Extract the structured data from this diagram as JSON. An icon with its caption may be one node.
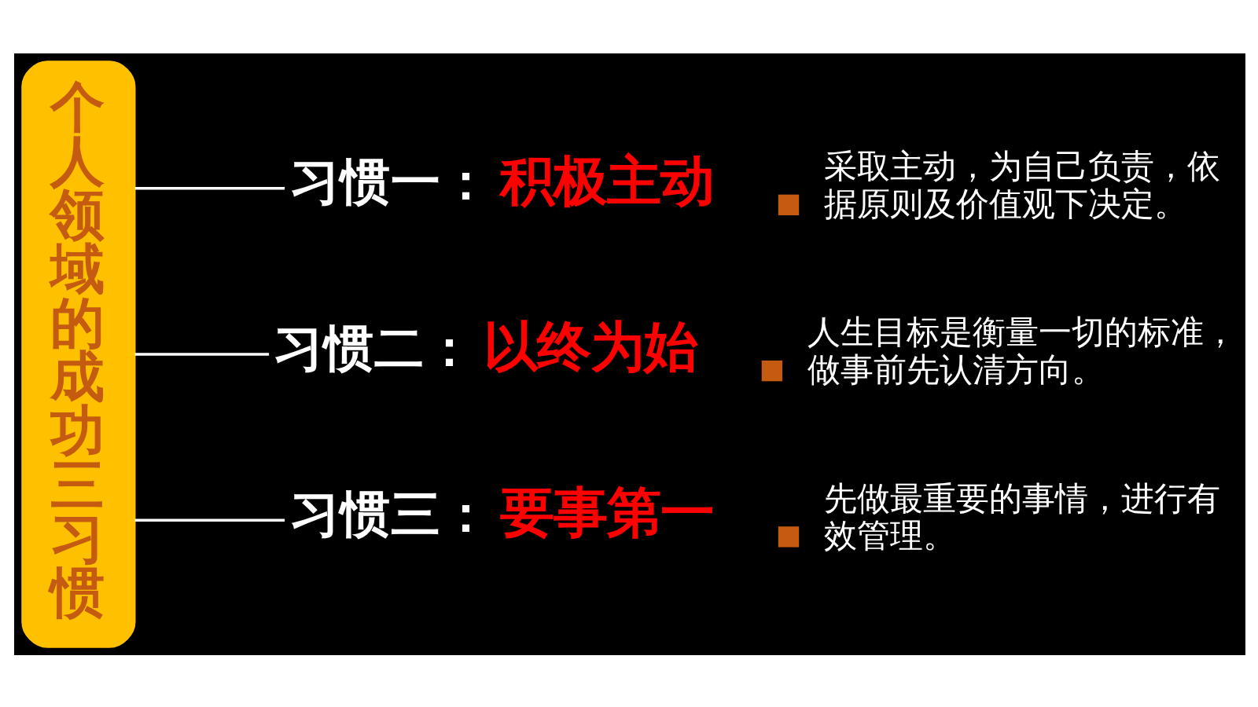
{
  "diagram": {
    "nodes": [
      {
        "text": [
          "个人领域的成功三习惯"
        ]
      },
      {
        "text": [
          "习惯一：",
          "积极主动"
        ],
        "beside": [
          "采取主动，为自己负责，依据原则及价值观下决定。"
        ]
      },
      {
        "text": [
          "习惯二：",
          "以终为始"
        ],
        "beside": [
          "人生目标是衡量一切的标准，做事前先认清方向。"
        ]
      },
      {
        "text": [
          "习惯三：",
          "要事第一"
        ],
        "beside": [
          "先做最重要的事情，进行有效管理。"
        ]
      }
    ],
    "edges": [
      {
        "from": 0,
        "to": 1,
        "arrow": "none"
      },
      {
        "from": 0,
        "to": 2,
        "arrow": "none"
      },
      {
        "from": 0,
        "to": 3,
        "arrow": "none"
      }
    ]
  }
}
